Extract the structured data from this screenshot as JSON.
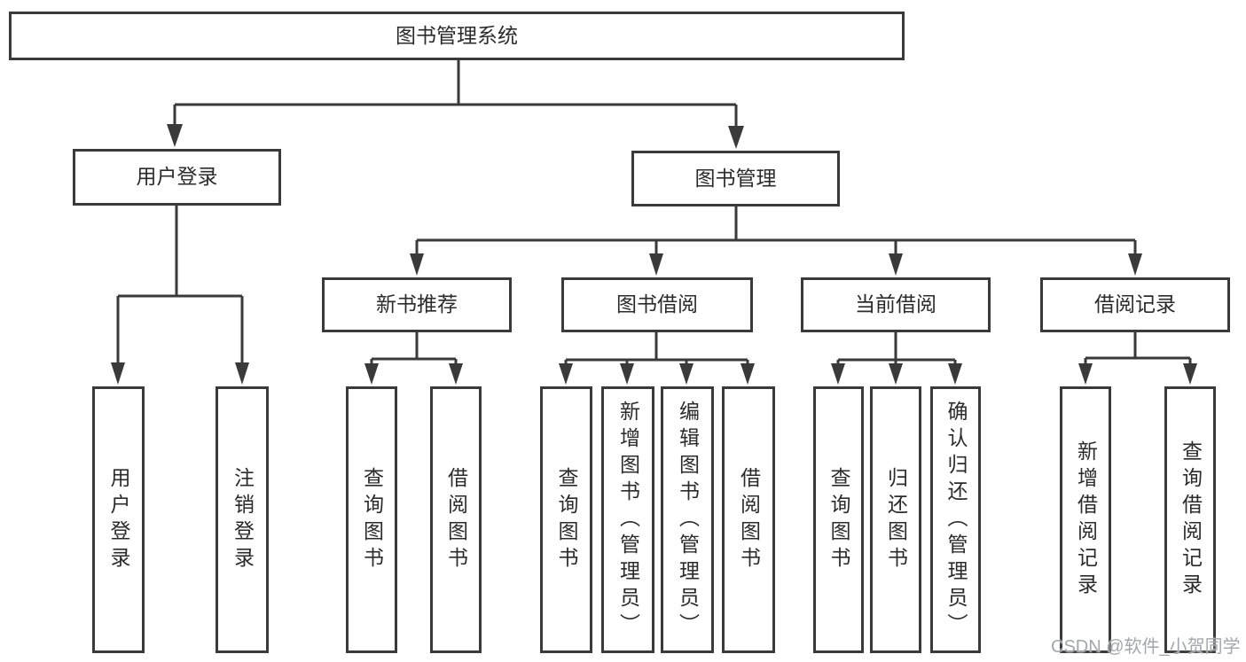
{
  "diagram": {
    "colors": {
      "line": "#3a3a3a",
      "text": "#2b2b2b",
      "box_fill": "#ffffff",
      "background": "#ffffff",
      "watermark": "#a3a6ad"
    },
    "nodes": {
      "root": {
        "label": "图书管理系统"
      },
      "user_login_group": {
        "label": "用户登录"
      },
      "book_mgmt": {
        "label": "图书管理"
      },
      "new_book_rec": {
        "label": "新书推荐"
      },
      "book_borrow": {
        "label": "图书借阅"
      },
      "current_borrow": {
        "label": "当前借阅"
      },
      "borrow_records": {
        "label": "借阅记录"
      },
      "user_login": {
        "label": "用户登录"
      },
      "logout": {
        "label": "注销登录"
      },
      "nb_query": {
        "label": "查询图书"
      },
      "nb_borrow": {
        "label": "借阅图书"
      },
      "bb_query": {
        "label": "查询图书"
      },
      "bb_add": {
        "label": "新增图书（管理员）"
      },
      "bb_edit": {
        "label": "编辑图书（管理员）"
      },
      "bb_borrow": {
        "label": "借阅图书"
      },
      "cb_query": {
        "label": "查询图书"
      },
      "cb_return": {
        "label": "归还图书"
      },
      "cb_confirm": {
        "label": "确认归还（管理员）"
      },
      "br_add": {
        "label": "新增借阅记录"
      },
      "br_query": {
        "label": "查询借阅记录"
      }
    },
    "watermark": {
      "text": "CSDN @软件_小贺同学"
    }
  }
}
